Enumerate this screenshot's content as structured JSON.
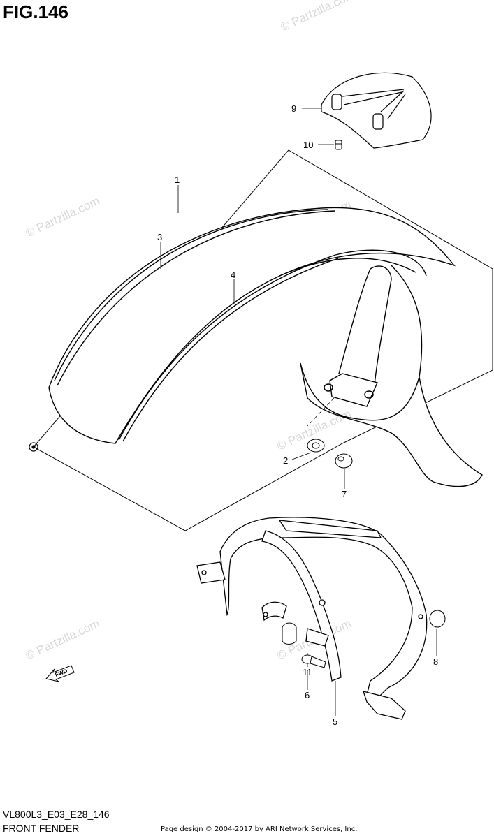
{
  "figure": {
    "title": "FIG.146",
    "diagram_code": "VL800L3_E03_E28_146",
    "name": "FRONT FENDER",
    "copyright": "Page design © 2004-2017 by ARI Network Services, Inc."
  },
  "watermark": "© Partzilla.com",
  "fwd_label": "FWD",
  "callouts": [
    "1",
    "2",
    "3",
    "4",
    "5",
    "6",
    "7",
    "8",
    "9",
    "10",
    "11"
  ],
  "icons": {
    "forward_arrow": "fwd-arrow-icon",
    "reference_circle": "circle-marker-icon"
  }
}
